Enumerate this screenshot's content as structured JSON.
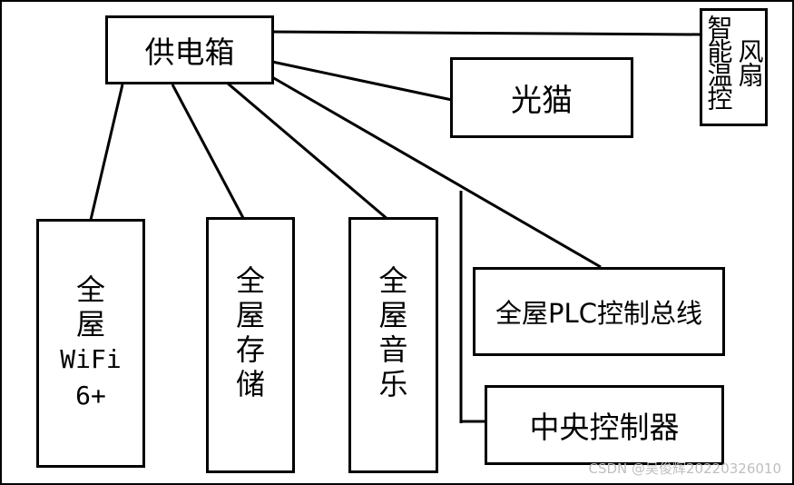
{
  "nodes": {
    "power_box": "供电箱",
    "fan_control_col1": "智能温控",
    "fan_control_col2": "风扇",
    "optical_modem": "光猫",
    "wifi_line1": "全",
    "wifi_line2": "屋",
    "wifi_line3": "WiFi",
    "wifi_line4": "6+",
    "storage_line1": "全",
    "storage_line2": "屋",
    "storage_line3": "存",
    "storage_line4": "储",
    "music_line1": "全",
    "music_line2": "屋",
    "music_line3": "音",
    "music_line4": "乐",
    "plc_bus": "全屋PLC控制总线",
    "central_controller": "中央控制器"
  },
  "watermark": "CSDN @吴俊辉20220326010"
}
